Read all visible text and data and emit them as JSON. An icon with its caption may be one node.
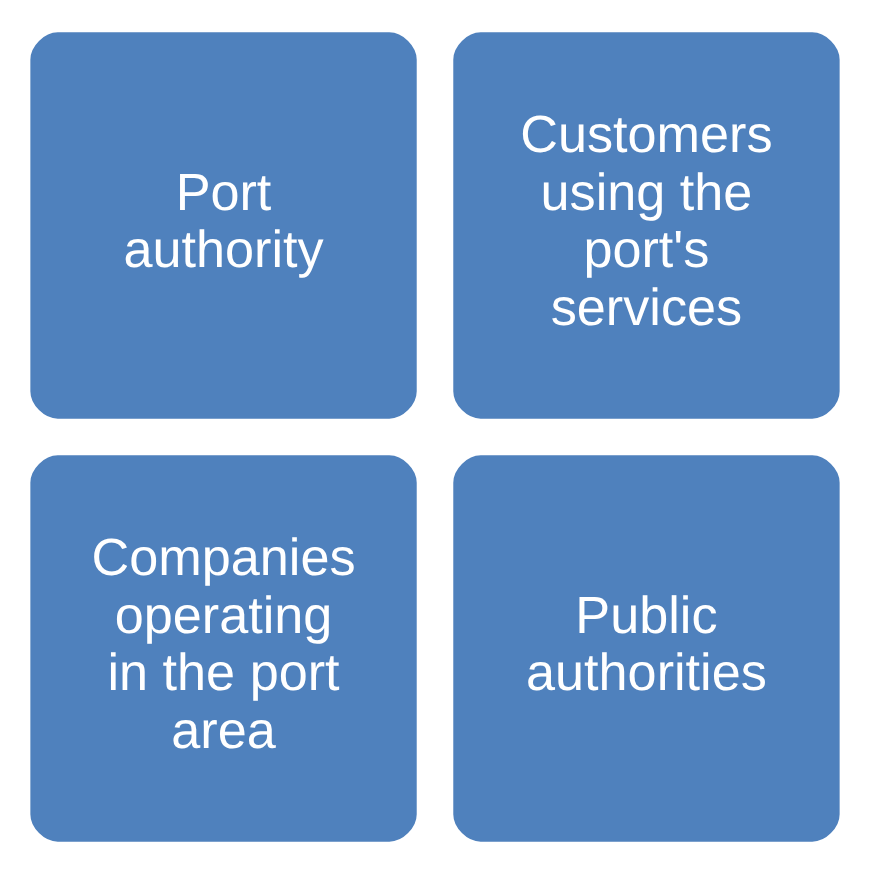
{
  "diagram": {
    "nodes": [
      {
        "text": [
          "Port authority"
        ]
      },
      {
        "text": [
          "Customers using the port's services"
        ]
      },
      {
        "text": [
          "Companies operating in the port area"
        ]
      },
      {
        "text": [
          "Public authorities"
        ]
      }
    ]
  }
}
